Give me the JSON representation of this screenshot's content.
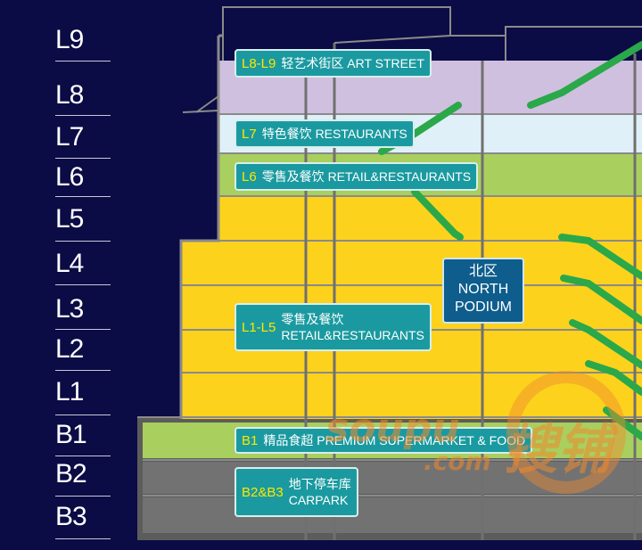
{
  "floors": [
    "L9",
    "L8",
    "L7",
    "L6",
    "L5",
    "L4",
    "L3",
    "L2",
    "L1",
    "B1",
    "B2",
    "B3"
  ],
  "tags": {
    "l8l9": {
      "level": "L8-L9",
      "text": "轻艺术街区 ART STREET"
    },
    "l7": {
      "level": "L7",
      "text": "特色餐饮 RESTAURANTS"
    },
    "l6": {
      "level": "L6",
      "text": "零售及餐饮 RETAIL&RESTAURANTS"
    },
    "l1l5": {
      "level": "L1-L5",
      "line1": "零售及餐饮",
      "line2": "RETAIL&RESTAURANTS"
    },
    "b1": {
      "level": "B1",
      "text": "精品食超 PREMIUM SUPERMARKET & FOOD"
    },
    "b2b3": {
      "level": "B2&B3",
      "line1": "地下停车库",
      "line2": "CARPARK"
    }
  },
  "north": {
    "line1": "北区",
    "line2": "NORTH",
    "line3": "PODIUM"
  },
  "watermark": {
    "brand": "soupu",
    "cn": "搜铺",
    ".com": ".com"
  },
  "colors": {
    "background": "#0b0b45",
    "l8l9": "#cfc0df",
    "l7": "#dff0f8",
    "l6": "#a9cf5e",
    "retail": "#fcd21d",
    "b1": "#a9cf5e",
    "carpark": "#707070",
    "escalator": "#2aa84a",
    "tag": "#1a9aa0"
  }
}
